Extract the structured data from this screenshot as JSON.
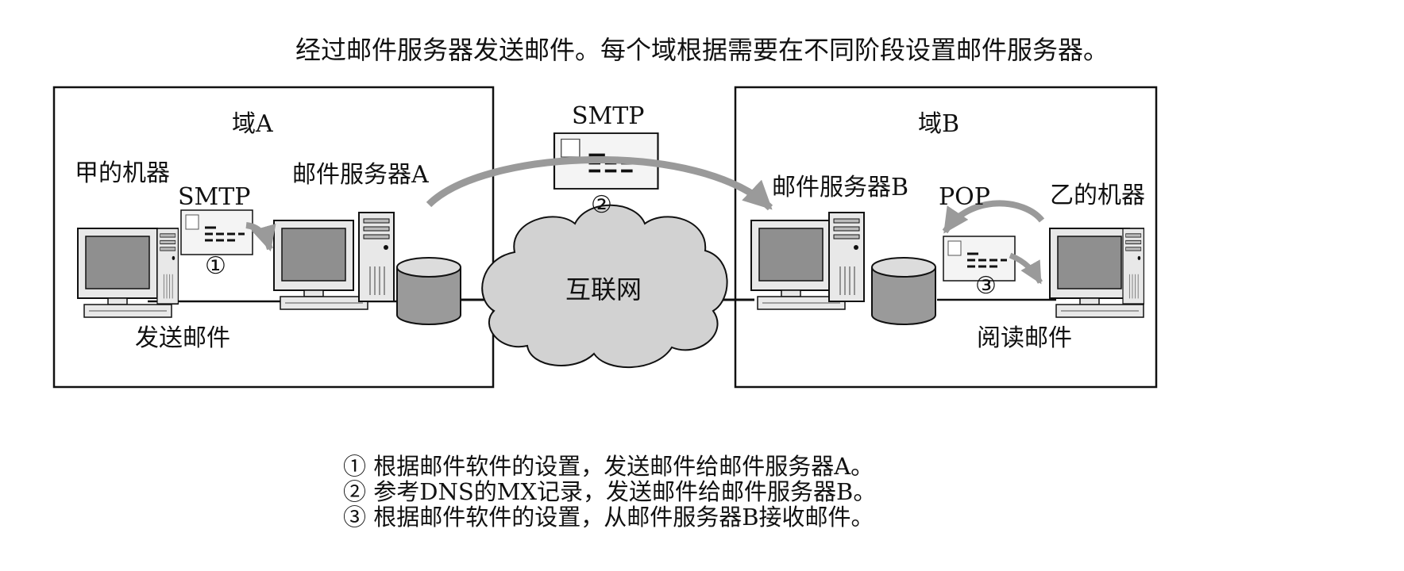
{
  "title": "经过邮件服务器发送邮件。每个域根据需要在不同阶段设置邮件服务器。",
  "domain_a": {
    "label": "域A",
    "sender_machine": "甲的机器",
    "protocol_1": "SMTP",
    "step_1": "①",
    "server_a": "邮件服务器A",
    "send_mail": "发送邮件"
  },
  "internet": {
    "protocol_2": "SMTP",
    "step_2": "②",
    "cloud": "互联网"
  },
  "domain_b": {
    "label": "域B",
    "server_b": "邮件服务器B",
    "protocol_3": "POP",
    "receiver_machine": "乙的机器",
    "step_3": "③",
    "read_mail": "阅读邮件"
  },
  "notes": [
    "① 根据邮件软件的设置，发送邮件给邮件服务器A。",
    "② 参考DNS的MX记录，发送邮件给邮件服务器B。",
    "③ 根据邮件软件的设置，从邮件服务器B接收邮件。"
  ],
  "colors": {
    "arrow": "#9a9a9a",
    "screen": "#8f8f8f",
    "cloud": "#d2d2d2",
    "line": "#111111"
  }
}
